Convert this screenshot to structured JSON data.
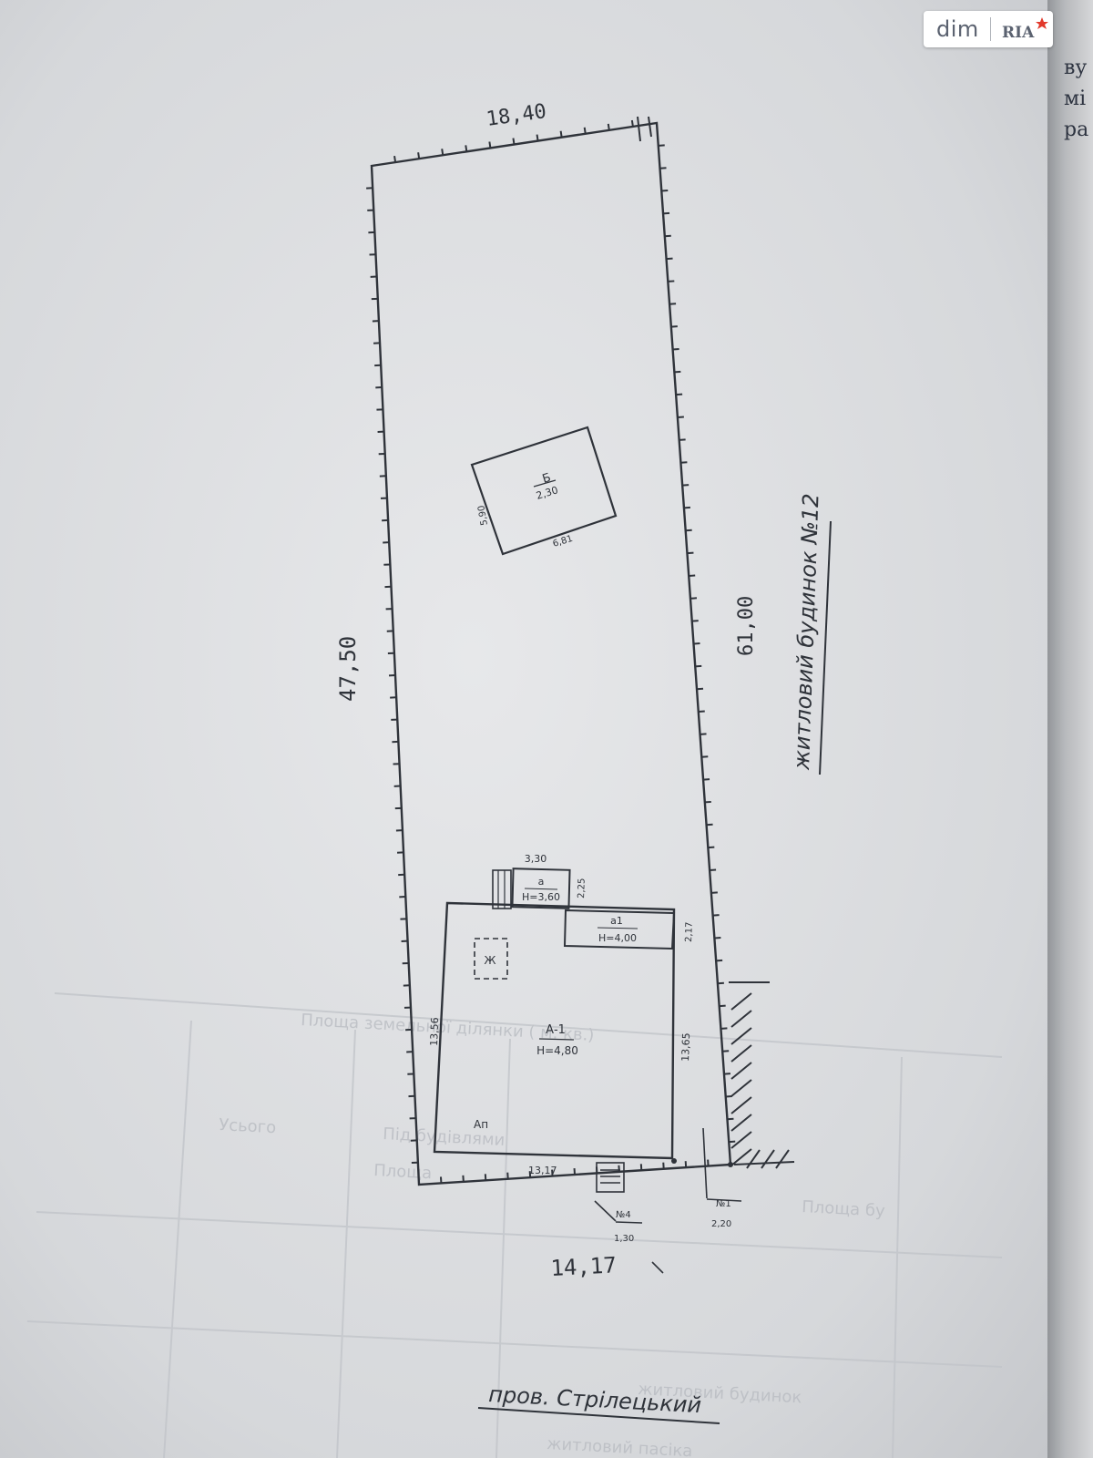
{
  "watermark": {
    "brand_text": "dim",
    "logo_text": "RIA",
    "logo_icon": "ria-logo-icon"
  },
  "edge_text": [
    "ву",
    "мі",
    "ра"
  ],
  "plot": {
    "top_dim": "18,40",
    "left_dim": "47,50",
    "right_dim": "61,00",
    "bottom_dim": "14,17",
    "neighbor_label": "житловий будинок №12",
    "street_label": "пров. Стрілецький"
  },
  "shed": {
    "label": "Б",
    "height": "2,30",
    "side_dim": "5,90",
    "bottom_dim": "6,81"
  },
  "house": {
    "label": "А-1",
    "height": "Н=4,80",
    "left_dim": "13,56",
    "right_dim": "13,65",
    "bottom_dim": "13,17",
    "marker_zh": "Ж",
    "marker_ap": "Ап"
  },
  "annex_a": {
    "label": "а",
    "height": "Н=3,60",
    "top_dim": "3,30",
    "side_dim": "2,25"
  },
  "annex_a1": {
    "label": "а1",
    "height": "Н=4,00",
    "side_dim": "2,17"
  },
  "gate_4": {
    "label": "№4",
    "dim": "1,30"
  },
  "gate_1": {
    "label": "№1",
    "dim": "2,20"
  },
  "ghost_text": {
    "table_heading": "Площа земельної ділянки ( м. кв.)",
    "col_a": "Усього",
    "col_b": "Під будівлями",
    "col_c": "Площа",
    "row_a": "Площа бу",
    "row_b": "житловий будинок",
    "row_c": "житловий пасіка"
  }
}
